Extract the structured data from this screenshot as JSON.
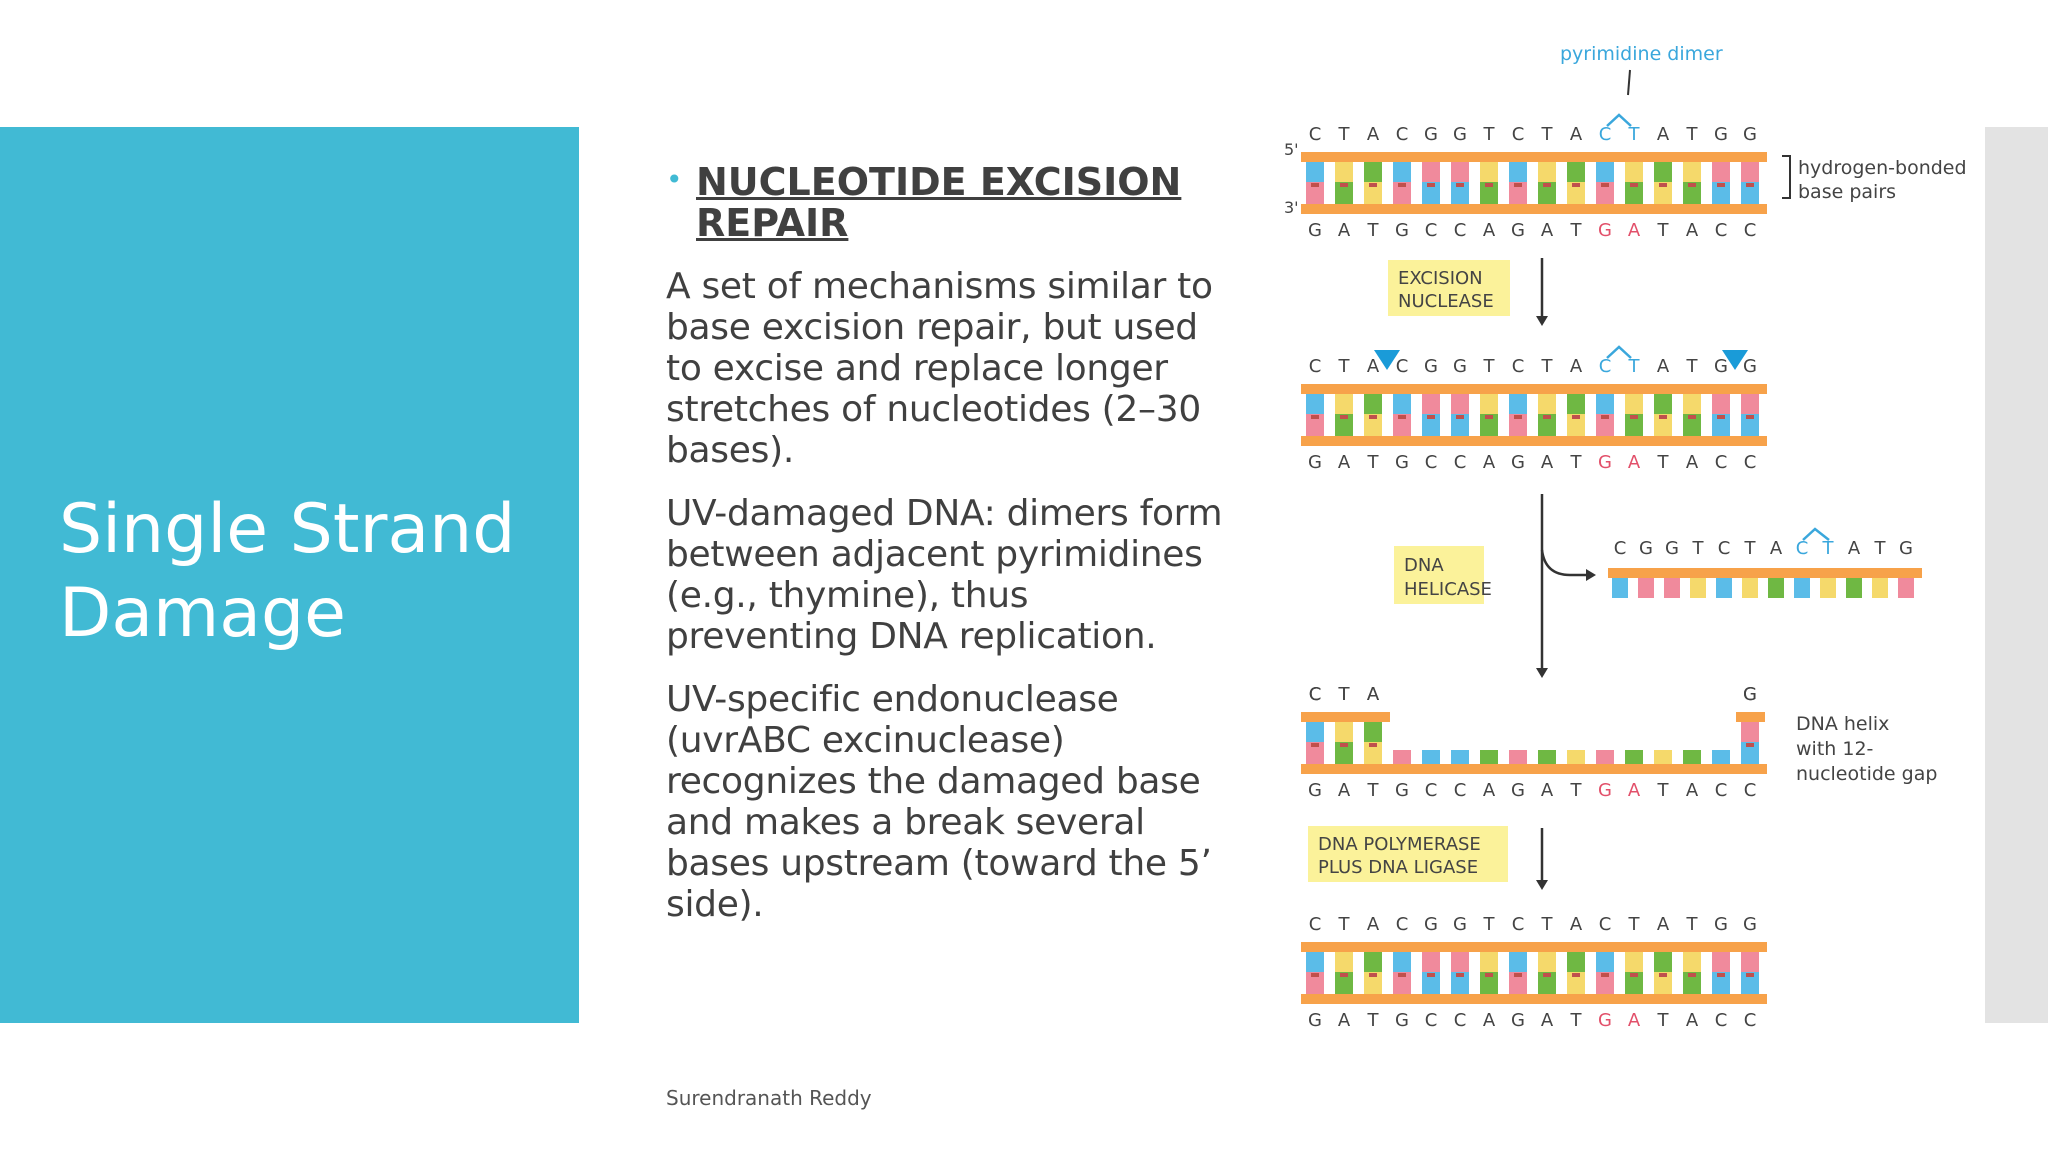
{
  "slide": {
    "title": "Single Strand Damage",
    "footer": "Surendranath Reddy"
  },
  "content": {
    "heading_line1": "NUCLEOTIDE EXCISION",
    "heading_line2": "REPAIR",
    "paragraphs": [
      " A set of mechanisms similar to base excision repair, but used to excise and replace longer stretches of nucleotides (2–30 bases).",
      " UV-damaged DNA: dimers form between adjacent pyrimidines (e.g., thymine), thus preventing DNA replication.",
      "UV-specific endonuclease (uvrABC excinuclease) recognizes the damaged base and makes a break several bases upstream (toward the 5’ side)."
    ]
  },
  "diagram": {
    "labels": {
      "pyrimidine_dimer": "pyrimidine dimer",
      "five_prime": "5'",
      "three_prime": "3'",
      "hbonded_line1": "hydrogen-bonded",
      "hbonded_line2": "base pairs",
      "excision_line1": "EXCISION",
      "excision_line2": "NUCLEASE",
      "helicase_line1": "DNA",
      "helicase_line2": "HELICASE",
      "polymerase_line1": "DNA POLYMERASE",
      "polymerase_line2": "PLUS DNA LIGASE",
      "gap_line1": "DNA helix",
      "gap_line2": "with 12-",
      "gap_line3": "nucleotide gap"
    },
    "top_sequence": [
      "C",
      "T",
      "A",
      "C",
      "G",
      "G",
      "T",
      "C",
      "T",
      "A",
      "C",
      "T",
      "A",
      "T",
      "G",
      "G"
    ],
    "bottom_sequence": [
      "G",
      "A",
      "T",
      "G",
      "C",
      "C",
      "A",
      "G",
      "A",
      "T",
      "G",
      "A",
      "T",
      "A",
      "C",
      "C"
    ],
    "excised_sequence": [
      "C",
      "G",
      "G",
      "T",
      "C",
      "T",
      "A",
      "C",
      "T",
      "A",
      "T",
      "G"
    ],
    "gap_left_sequence": [
      "C",
      "T",
      "A"
    ],
    "gap_right_sequence": [
      "G"
    ],
    "colors": {
      "backbone": "#f7a24a",
      "A": "#6fb843",
      "T": "#f5d96b",
      "C": "#5bbce8",
      "G": "#f08a9c",
      "dimer": "#3aa7dc",
      "bottom_highlight": "#e2506a",
      "label_box": "#fbf29a",
      "scissor": "#1a9bd8",
      "panel": "#41bad4"
    }
  }
}
